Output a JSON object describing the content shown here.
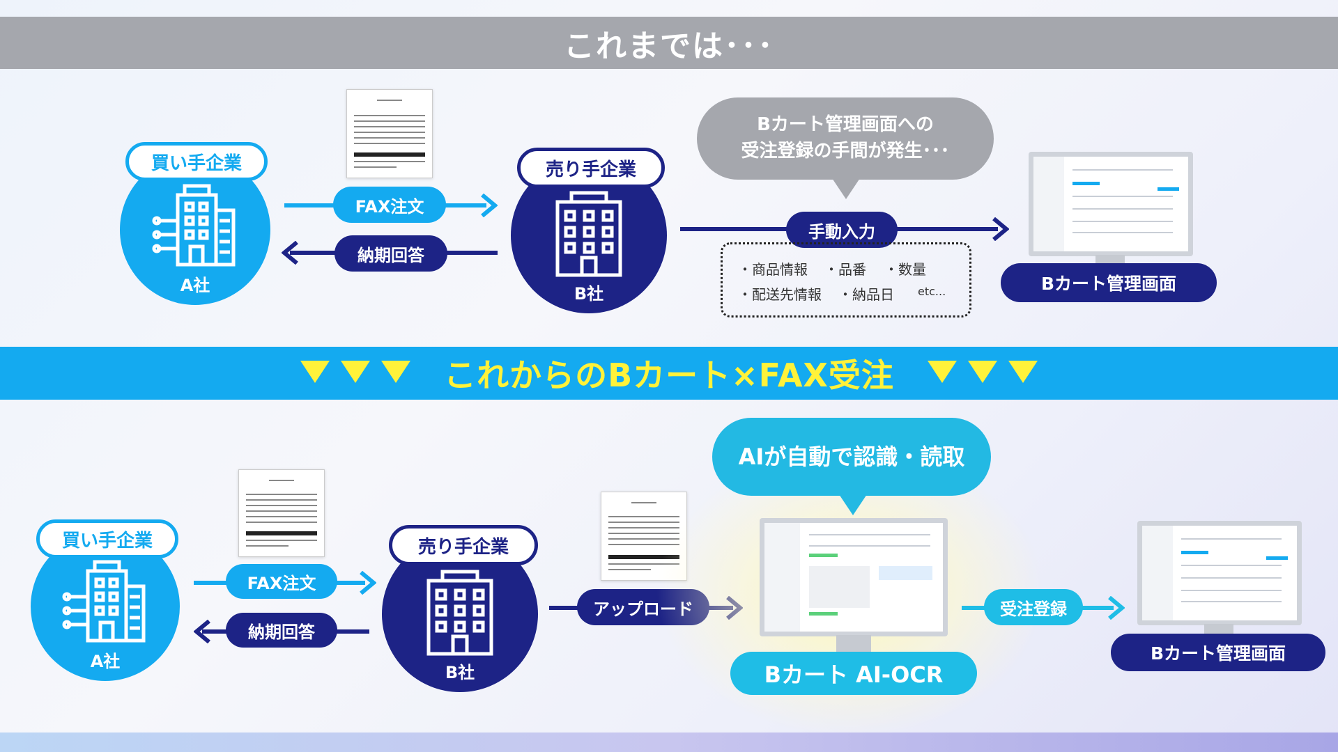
{
  "header": {
    "title": "これまでは･･･"
  },
  "divider": {
    "title": "これからのBカート×FAX受注"
  },
  "before": {
    "buyer": {
      "label": "買い手企業",
      "name": "A社"
    },
    "seller": {
      "label": "売り手企業",
      "name": "B社"
    },
    "fax_order": "FAX注文",
    "delivery_reply": "納期回答",
    "speech_bubble": "Bカート管理画面への\n受注登録の手間が発生･･･",
    "manual_input": "手動入力",
    "fields": [
      "・商品情報",
      "・品番",
      "・数量",
      "・配送先情報",
      "・納品日",
      "etc..."
    ],
    "screen_label": "Bカート管理画面"
  },
  "after": {
    "buyer": {
      "label": "買い手企業",
      "name": "A社"
    },
    "seller": {
      "label": "売り手企業",
      "name": "B社"
    },
    "fax_order": "FAX注文",
    "delivery_reply": "納期回答",
    "upload": "アップロード",
    "speech_bubble": "AIが自動で認識・読取",
    "ocr_label": "Bカート AI-OCR",
    "order_register": "受注登録",
    "screen_label": "Bカート管理画面"
  },
  "colors": {
    "light_blue": "#14aaf0",
    "navy": "#1d2386",
    "yellow": "#fff23a",
    "gray": "#a5a7ad",
    "cyan": "#1fbde6"
  }
}
